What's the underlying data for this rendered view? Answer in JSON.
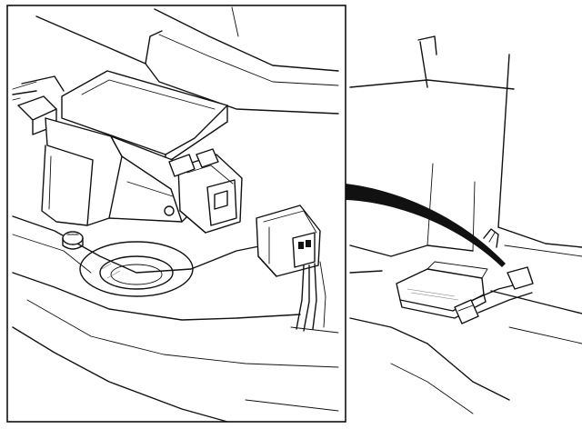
{
  "figure": {
    "kind": "technical line illustration",
    "panels": [
      "detail-inset",
      "overview"
    ],
    "colors": {
      "ink": "#111111",
      "paper": "#ffffff",
      "shade": "#777777"
    }
  }
}
